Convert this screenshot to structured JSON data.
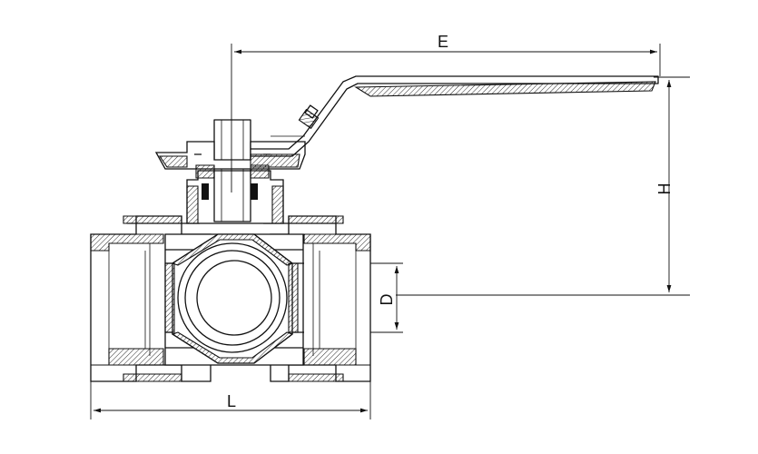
{
  "dimensions": {
    "E": "E",
    "H": "H",
    "D": "D",
    "L": "L"
  },
  "colors": {
    "line": "#111111",
    "background": "#ffffff"
  }
}
